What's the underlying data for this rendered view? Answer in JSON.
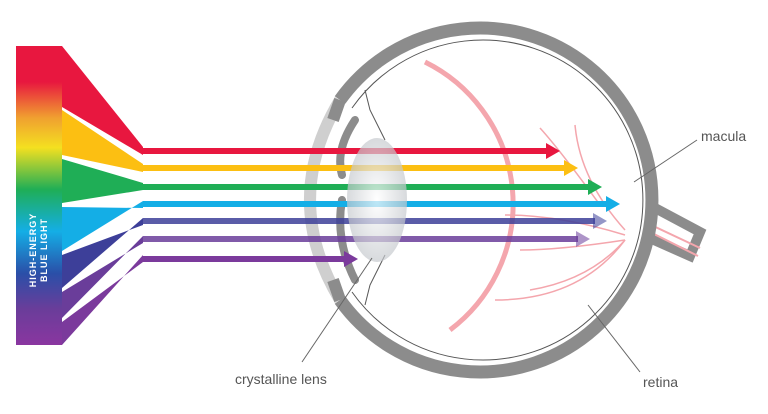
{
  "spectrum": {
    "label_line1": "HIGH-ENERGY",
    "label_line2": "BLUE LIGHT",
    "colors": [
      "#e8173f",
      "#fcbf12",
      "#1fae56",
      "#14aee6",
      "#3d3f99",
      "#6a3d9a",
      "#7b3a9c"
    ]
  },
  "labels": {
    "lens": "crystalline lens",
    "macula": "macula",
    "retina": "retina"
  },
  "eye_colors": {
    "sclera": "#8c8c8c",
    "cornea": "#cfcfcf",
    "retina": "#f4a6ad"
  }
}
